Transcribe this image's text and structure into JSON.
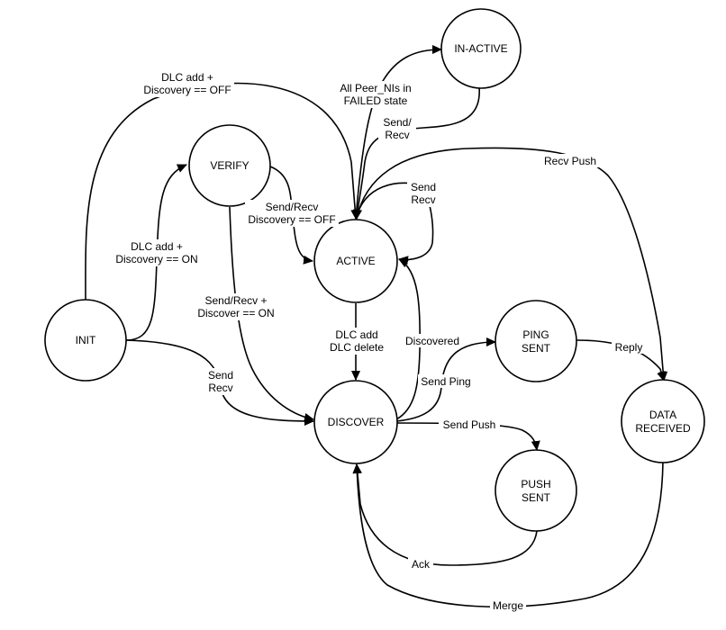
{
  "states": {
    "init": "INIT",
    "verify": "VERIFY",
    "active": "ACTIVE",
    "inactive": "IN-ACTIVE",
    "discover": "DISCOVER",
    "ping_sent": [
      "PING",
      "SENT"
    ],
    "push_sent": [
      "PUSH",
      "SENT"
    ],
    "data_received": [
      "DATA",
      "RECEIVED"
    ]
  },
  "transitions": {
    "init_to_active": [
      "DLC add +",
      "Discovery == OFF"
    ],
    "init_to_verify": [
      "DLC add +",
      "Discovery == ON"
    ],
    "init_to_discover": [
      "Send",
      "Recv"
    ],
    "verify_to_active": [
      "Send/Recv",
      "Discovery == OFF"
    ],
    "verify_to_discover": [
      "Send/Recv +",
      "Discover == ON"
    ],
    "active_to_inactive": [
      "All Peer_NIs in",
      "FAILED state"
    ],
    "inactive_to_active": [
      "Send/",
      "Recv"
    ],
    "active_self": [
      "Send",
      "Recv"
    ],
    "active_to_data_received": [
      "Recv Push"
    ],
    "active_to_discover": [
      "DLC add",
      "DLC delete"
    ],
    "discover_to_active": [
      "Discovered"
    ],
    "discover_to_ping_sent": [
      "Send Ping"
    ],
    "ping_sent_to_data_received": [
      "Reply"
    ],
    "discover_to_push_sent": [
      "Send Push"
    ],
    "push_sent_to_discover": [
      "Ack"
    ],
    "data_received_to_discover": [
      "Merge"
    ]
  }
}
